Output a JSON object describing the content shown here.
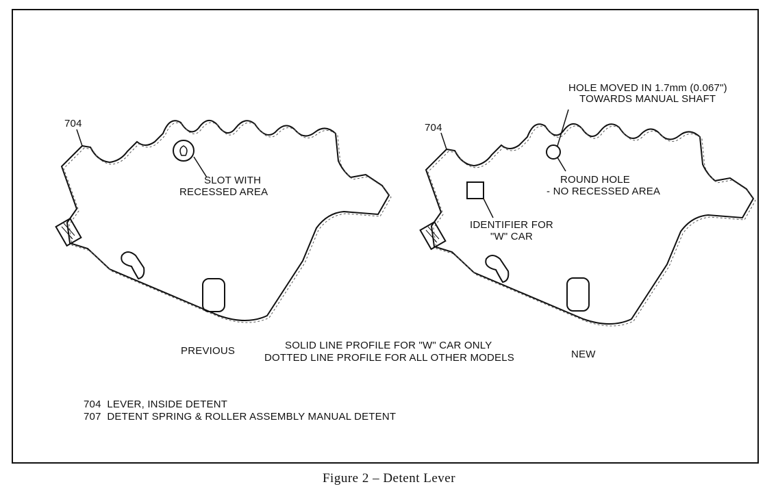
{
  "figure": {
    "caption": "Figure 2 – Detent Lever"
  },
  "labels": {
    "left_part_number": "704",
    "right_part_number": "704",
    "slot_line1": "SLOT WITH",
    "slot_line2": "RECESSED AREA",
    "hole_moved_line1": "HOLE MOVED IN 1.7mm (0.067\")",
    "hole_moved_line2": "TOWARDS MANUAL SHAFT",
    "round_hole_line1": "ROUND HOLE",
    "round_hole_line2": "- NO RECESSED AREA",
    "identifier_line1": "IDENTIFIER FOR",
    "identifier_line2": "\"W\" CAR",
    "previous": "PREVIOUS",
    "new": "NEW",
    "profile_line1": "SOLID LINE PROFILE FOR \"W\" CAR ONLY",
    "profile_line2": "DOTTED LINE PROFILE FOR ALL OTHER MODELS"
  },
  "legend": [
    {
      "number": "704",
      "text": "LEVER, INSIDE DETENT"
    },
    {
      "number": "707",
      "text": "DETENT SPRING & ROLLER ASSEMBLY MANUAL DETENT"
    }
  ]
}
